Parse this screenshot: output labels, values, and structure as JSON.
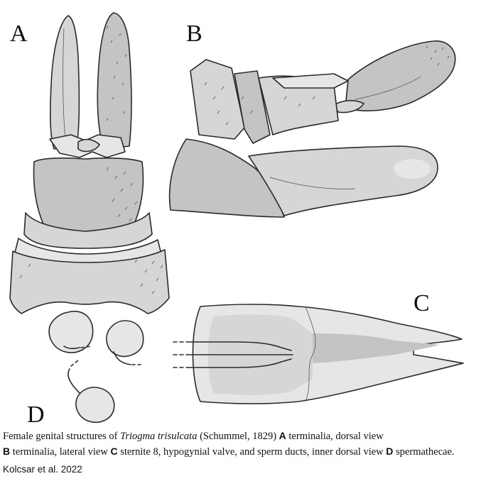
{
  "panels": {
    "a": "A",
    "b": "B",
    "c": "C",
    "d": "D"
  },
  "caption": {
    "intro": "Female genital structures of ",
    "species": "Triogma trisulcata",
    "author": " (Schummel, 1829) ",
    "a_label": "A",
    "a_text": " terminalia, dorsal view ",
    "b_label": "B",
    "b_text": " terminalia, lateral view ",
    "c_label": "C",
    "c_text": " sternite 8, hypogynial valve, and sperm ducts, inner dorsal view ",
    "d_label": "D",
    "d_text": " spermathecae."
  },
  "credit": "Kolcsar et al. 2022",
  "colors": {
    "structure_fill": "#d6d6d6",
    "outline": "#2a2a2a"
  }
}
